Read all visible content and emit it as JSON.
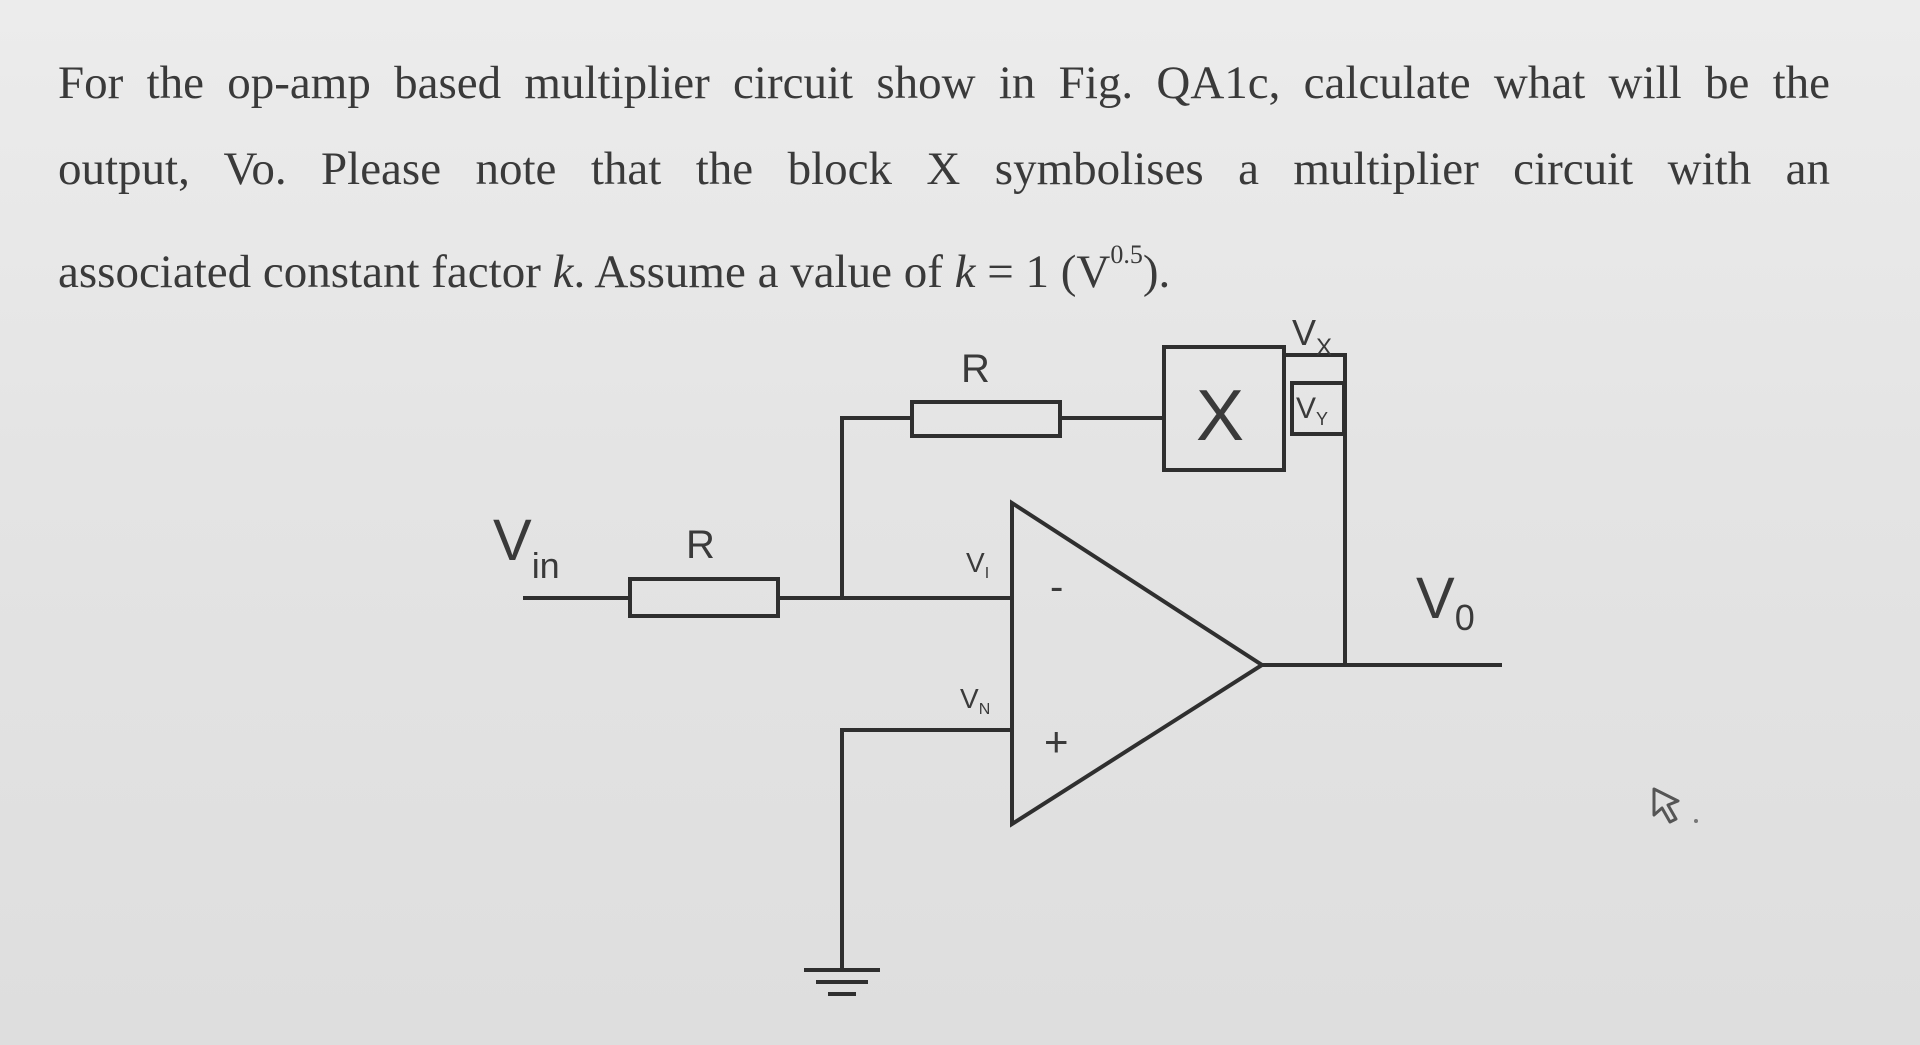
{
  "question": {
    "line1": "For the op-amp based multiplier circuit show in Fig. QA1c, calculate what will be the",
    "line2": "output, Vo. Please note that the block X symbolises a multiplier circuit with an",
    "line3_a": "associated constant factor ",
    "line3_k1": "k",
    "line3_b": ". Assume a value of ",
    "line3_k2": "k",
    "line3_c": " = 1 (V",
    "line3_exp": "0.5",
    "line3_d": ")."
  },
  "diagram": {
    "feedback_resistor_label": "R",
    "input_resistor_label": "R",
    "input_label_main": "V",
    "input_label_sub": "in",
    "multiplier_block_label": "X",
    "multiplier_input_x": {
      "main": "V",
      "sub": "X"
    },
    "multiplier_input_y": {
      "main": "V",
      "sub": "Y"
    },
    "inverting_node_label": {
      "main": "V",
      "sub": "I"
    },
    "noninverting_node_label": {
      "main": "V",
      "sub": "N"
    },
    "opamp_minus": "-",
    "opamp_plus": "+",
    "output_label_main": "V",
    "output_label_sub": "0"
  },
  "icons": [
    "mouse-cursor-icon",
    "ground-icon",
    "op-amp-icon"
  ]
}
